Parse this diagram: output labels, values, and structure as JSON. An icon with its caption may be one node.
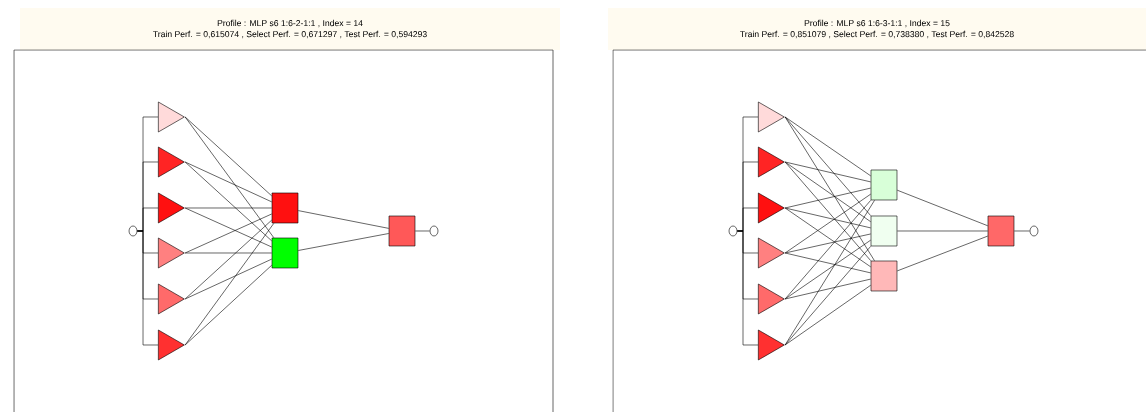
{
  "diagram": {
    "nodes": [
      {
        "text": [
          "Profile : MLP s6 1:6-2-1:1 ,  Index = 14",
          "Train Perf. = 0,615074 ,  Select Perf. = 0,671297 ,  Test Perf. = 0,594293"
        ]
      },
      {
        "text": [],
        "shape": "box"
      },
      {
        "text": [],
        "shape": "circle",
        "in": 1
      },
      {
        "text": [],
        "shape": "triangle",
        "in": 1
      },
      {
        "text": [],
        "shape": "triangle",
        "in": 1
      },
      {
        "text": [],
        "shape": "triangle",
        "in": 1
      },
      {
        "text": [],
        "shape": "triangle",
        "in": 1
      },
      {
        "text": [],
        "shape": "triangle",
        "in": 1
      },
      {
        "text": [],
        "shape": "triangle",
        "in": 1
      },
      {
        "text": [],
        "shape": "box",
        "in": 1
      },
      {
        "text": [],
        "shape": "box",
        "in": 1
      },
      {
        "text": [],
        "shape": "box",
        "in": 1
      },
      {
        "text": [],
        "shape": "circle",
        "in": 1
      },
      {
        "text": [
          "Profile : MLP s6 1:6-3-1:1 ,  Index = 15",
          "Train Perf. = 0,851079 ,  Select Perf. = 0,738380 ,  Test Perf. = 0,842528"
        ]
      },
      {
        "text": [],
        "shape": "box"
      },
      {
        "text": [],
        "shape": "circle",
        "in": 14
      },
      {
        "text": [],
        "shape": "triangle",
        "in": 14
      },
      {
        "text": [],
        "shape": "triangle",
        "in": 14
      },
      {
        "text": [],
        "shape": "triangle",
        "in": 14
      },
      {
        "text": [],
        "shape": "triangle",
        "in": 14
      },
      {
        "text": [],
        "shape": "triangle",
        "in": 14
      },
      {
        "text": [],
        "shape": "triangle",
        "in": 14
      },
      {
        "text": [],
        "shape": "box",
        "in": 14
      },
      {
        "text": [],
        "shape": "box",
        "in": 14
      },
      {
        "text": [],
        "shape": "box",
        "in": 14
      },
      {
        "text": [],
        "shape": "box",
        "in": 14
      },
      {
        "text": [],
        "shape": "circle",
        "in": 14
      }
    ],
    "edges": [
      {
        "from": 2,
        "to": 3,
        "arrow": "none"
      },
      {
        "from": 2,
        "to": 4,
        "arrow": "none"
      },
      {
        "from": 2,
        "to": 5,
        "arrow": "none"
      },
      {
        "from": 2,
        "to": 6,
        "arrow": "none"
      },
      {
        "from": 2,
        "to": 7,
        "arrow": "none"
      },
      {
        "from": 2,
        "to": 8,
        "arrow": "none"
      },
      {
        "from": 3,
        "to": 9,
        "arrow": "none"
      },
      {
        "from": 3,
        "to": 10,
        "arrow": "none"
      },
      {
        "from": 4,
        "to": 9,
        "arrow": "none"
      },
      {
        "from": 4,
        "to": 10,
        "arrow": "none"
      },
      {
        "from": 5,
        "to": 9,
        "arrow": "none"
      },
      {
        "from": 5,
        "to": 10,
        "arrow": "none"
      },
      {
        "from": 6,
        "to": 9,
        "arrow": "none"
      },
      {
        "from": 6,
        "to": 10,
        "arrow": "none"
      },
      {
        "from": 7,
        "to": 9,
        "arrow": "none"
      },
      {
        "from": 7,
        "to": 10,
        "arrow": "none"
      },
      {
        "from": 8,
        "to": 9,
        "arrow": "none"
      },
      {
        "from": 8,
        "to": 10,
        "arrow": "none"
      },
      {
        "from": 9,
        "to": 11,
        "arrow": "none"
      },
      {
        "from": 10,
        "to": 11,
        "arrow": "none"
      },
      {
        "from": 11,
        "to": 12,
        "arrow": "none"
      },
      {
        "from": 15,
        "to": 16,
        "arrow": "none"
      },
      {
        "from": 15,
        "to": 17,
        "arrow": "none"
      },
      {
        "from": 15,
        "to": 18,
        "arrow": "none"
      },
      {
        "from": 15,
        "to": 19,
        "arrow": "none"
      },
      {
        "from": 15,
        "to": 20,
        "arrow": "none"
      },
      {
        "from": 15,
        "to": 21,
        "arrow": "none"
      },
      {
        "from": 16,
        "to": 22,
        "arrow": "none"
      },
      {
        "from": 16,
        "to": 23,
        "arrow": "none"
      },
      {
        "from": 16,
        "to": 24,
        "arrow": "none"
      },
      {
        "from": 17,
        "to": 22,
        "arrow": "none"
      },
      {
        "from": 17,
        "to": 23,
        "arrow": "none"
      },
      {
        "from": 17,
        "to": 24,
        "arrow": "none"
      },
      {
        "from": 18,
        "to": 22,
        "arrow": "none"
      },
      {
        "from": 18,
        "to": 23,
        "arrow": "none"
      },
      {
        "from": 18,
        "to": 24,
        "arrow": "none"
      },
      {
        "from": 19,
        "to": 22,
        "arrow": "none"
      },
      {
        "from": 19,
        "to": 23,
        "arrow": "none"
      },
      {
        "from": 19,
        "to": 24,
        "arrow": "none"
      },
      {
        "from": 20,
        "to": 22,
        "arrow": "none"
      },
      {
        "from": 20,
        "to": 23,
        "arrow": "none"
      },
      {
        "from": 20,
        "to": 24,
        "arrow": "none"
      },
      {
        "from": 21,
        "to": 22,
        "arrow": "none"
      },
      {
        "from": 21,
        "to": 23,
        "arrow": "none"
      },
      {
        "from": 21,
        "to": 24,
        "arrow": "none"
      },
      {
        "from": 22,
        "to": 25,
        "arrow": "none"
      },
      {
        "from": 23,
        "to": 25,
        "arrow": "none"
      },
      {
        "from": 24,
        "to": 25,
        "arrow": "none"
      },
      {
        "from": 25,
        "to": 26,
        "arrow": "none"
      }
    ]
  }
}
